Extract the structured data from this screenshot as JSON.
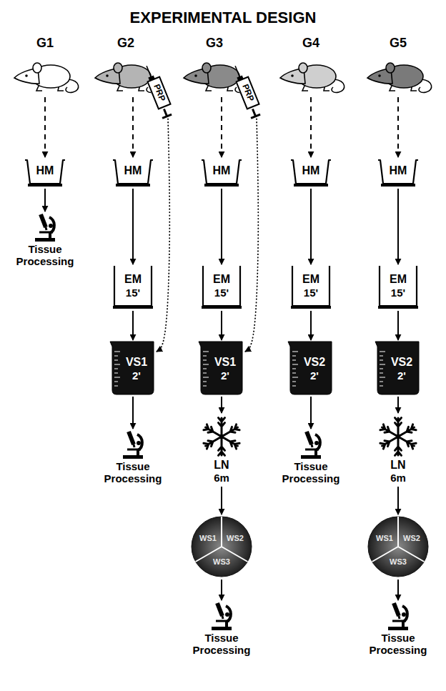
{
  "diagram": {
    "title": "EXPERIMENTAL DESIGN",
    "nodes": [
      {
        "text": [
          "G1"
        ]
      },
      {
        "text": [
          "HM"
        ]
      },
      {
        "text": [
          "Tissue Processing"
        ]
      },
      {
        "text": [
          "G2"
        ]
      },
      {
        "text": [
          "PRP"
        ]
      },
      {
        "text": [
          "HM"
        ]
      },
      {
        "text": [
          "EM",
          "15'"
        ]
      },
      {
        "text": [
          "VS1",
          "2'"
        ]
      },
      {
        "text": [
          "Tissue Processing"
        ]
      },
      {
        "text": [
          "G3"
        ]
      },
      {
        "text": [
          "PRP"
        ]
      },
      {
        "text": [
          "HM"
        ]
      },
      {
        "text": [
          "EM",
          "15'"
        ]
      },
      {
        "text": [
          "VS1",
          "2'"
        ]
      },
      {
        "text": [
          "LN",
          "6m"
        ]
      },
      {
        "text": [
          "WS1",
          "WS2",
          "WS3"
        ]
      },
      {
        "text": [
          "Tissue Processing"
        ]
      },
      {
        "text": [
          "G4"
        ]
      },
      {
        "text": [
          "HM"
        ]
      },
      {
        "text": [
          "EM",
          "15'"
        ]
      },
      {
        "text": [
          "VS2",
          "2'"
        ]
      },
      {
        "text": [
          "Tissue Processing"
        ]
      },
      {
        "text": [
          "G5"
        ]
      },
      {
        "text": [
          "HM"
        ]
      },
      {
        "text": [
          "EM",
          "15'"
        ]
      },
      {
        "text": [
          "VS2",
          "2'"
        ]
      },
      {
        "text": [
          "LN",
          "6m"
        ]
      },
      {
        "text": [
          "WS1",
          "WS2",
          "WS3"
        ]
      },
      {
        "text": [
          "Tissue Processing"
        ]
      }
    ],
    "edges": [
      {
        "from": 0,
        "to": 1,
        "arrow": "to"
      },
      {
        "from": 1,
        "to": 2,
        "arrow": "to"
      },
      {
        "from": 3,
        "to": 5,
        "arrow": "to"
      },
      {
        "from": 4,
        "to": 7,
        "arrow": "to"
      },
      {
        "from": 5,
        "to": 6,
        "arrow": "to"
      },
      {
        "from": 6,
        "to": 7,
        "arrow": "to"
      },
      {
        "from": 7,
        "to": 8,
        "arrow": "to"
      },
      {
        "from": 9,
        "to": 11,
        "arrow": "to"
      },
      {
        "from": 10,
        "to": 13,
        "arrow": "to"
      },
      {
        "from": 11,
        "to": 12,
        "arrow": "to"
      },
      {
        "from": 12,
        "to": 13,
        "arrow": "to"
      },
      {
        "from": 13,
        "to": 14,
        "arrow": "to"
      },
      {
        "from": 14,
        "to": 15,
        "arrow": "to"
      },
      {
        "from": 15,
        "to": 16,
        "arrow": "to"
      },
      {
        "from": 17,
        "to": 18,
        "arrow": "to"
      },
      {
        "from": 18,
        "to": 19,
        "arrow": "to"
      },
      {
        "from": 19,
        "to": 20,
        "arrow": "to"
      },
      {
        "from": 20,
        "to": 21,
        "arrow": "to"
      },
      {
        "from": 22,
        "to": 23,
        "arrow": "to"
      },
      {
        "from": 23,
        "to": 24,
        "arrow": "to"
      },
      {
        "from": 24,
        "to": 25,
        "arrow": "to"
      },
      {
        "from": 25,
        "to": 26,
        "arrow": "to"
      },
      {
        "from": 26,
        "to": 27,
        "arrow": "to"
      },
      {
        "from": 27,
        "to": 28,
        "arrow": "to"
      }
    ]
  }
}
